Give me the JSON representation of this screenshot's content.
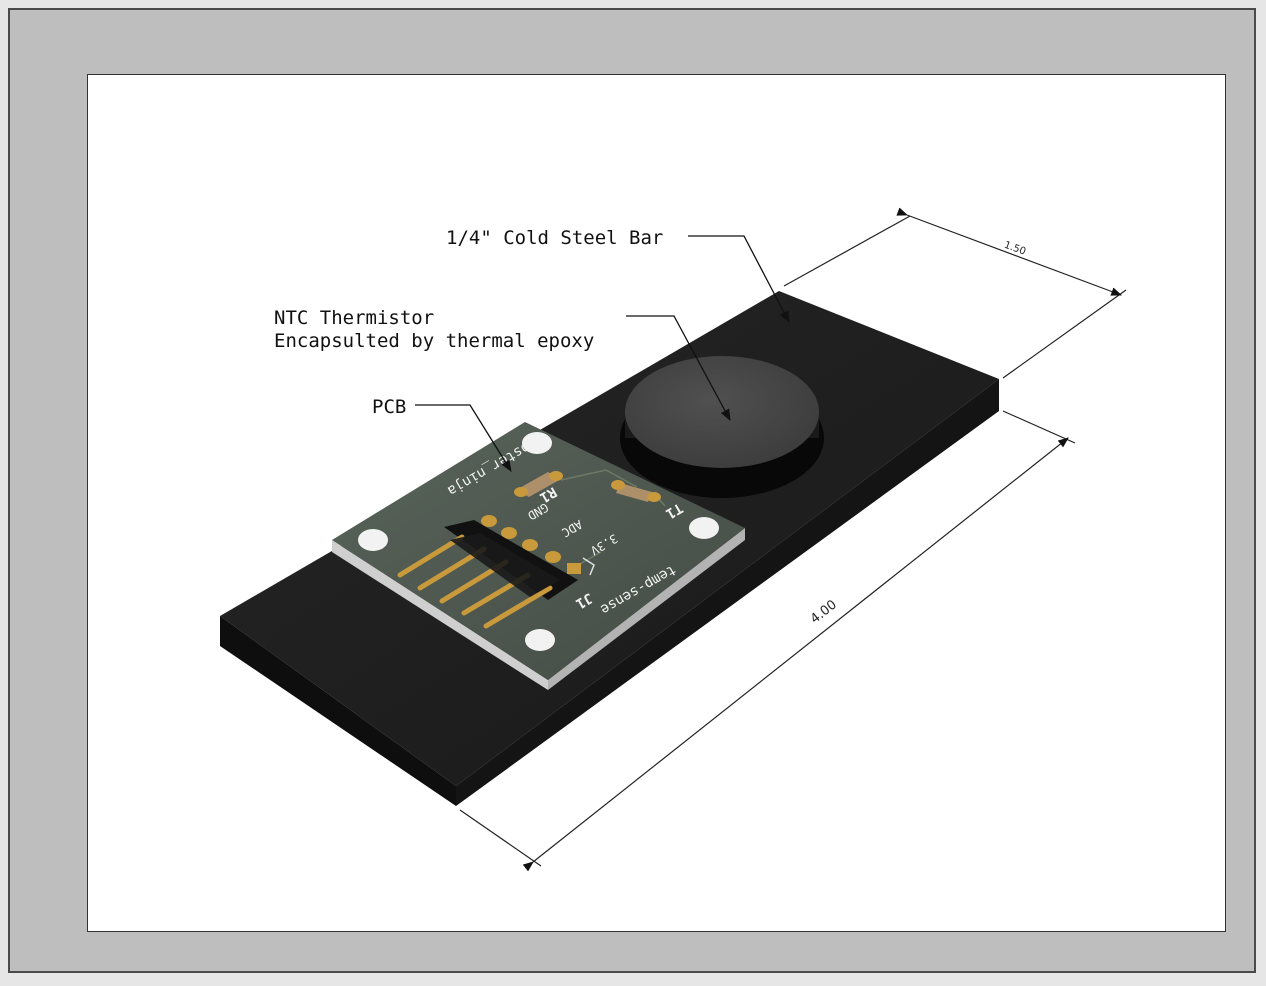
{
  "drawing": {
    "callouts": {
      "steel_bar": "1/4\" Cold Steel Bar",
      "thermistor_line1": "NTC Thermistor",
      "thermistor_line2": "Encapsulted by thermal epoxy",
      "pcb": "PCB"
    },
    "dimensions": {
      "width": "1.50",
      "length": "4.00"
    },
    "silkscreen": {
      "author": "rooster_ninja",
      "board_name": "temp-sense",
      "r1": "R1",
      "gnd": "GND",
      "adc": "ADC",
      "v33": "3.3V",
      "t1": "T1",
      "j1": "J1"
    }
  },
  "colors": {
    "bar": "#1c1c1c",
    "pcb": "#4f5a4e",
    "gold": "#c89a3c",
    "sheet": "#ffffff",
    "viewport": "#bebebe"
  }
}
